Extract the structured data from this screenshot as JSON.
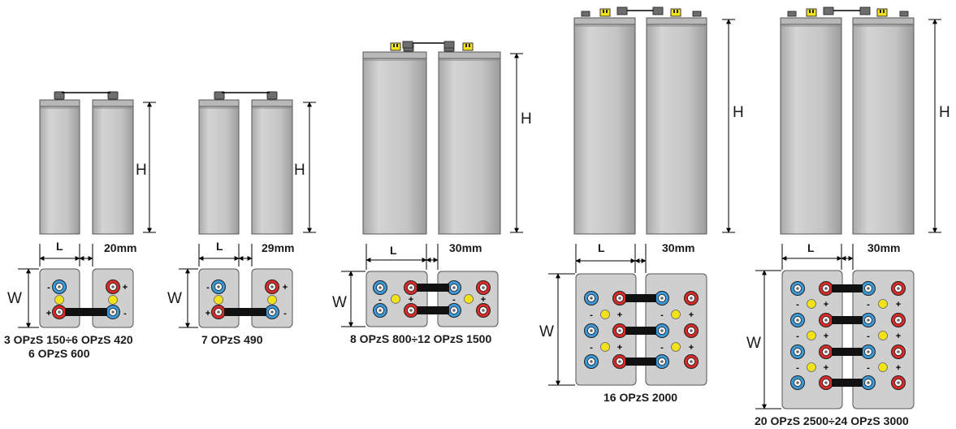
{
  "diagram": {
    "groups": [
      {
        "dim_h": "H",
        "dim_l": "L",
        "dim_w": "W",
        "spacing": "20mm",
        "caption_line1": "3 OPzS 150÷6 OPzS 420",
        "caption_line2": "6 OPzS  600"
      },
      {
        "dim_h": "H",
        "dim_l": "L",
        "dim_w": "W",
        "spacing": "29mm",
        "caption_line1": "7 OPzS 490"
      },
      {
        "dim_h": "H",
        "dim_l": "L",
        "dim_w": "W",
        "spacing": "30mm",
        "caption_line1": "8 OPzS 800÷12 OPzS 1500"
      },
      {
        "dim_h": "H",
        "dim_l": "L",
        "dim_w": "W",
        "spacing": "30mm",
        "caption_line1": "16 OPzS 2000"
      },
      {
        "dim_h": "H",
        "dim_l": "L",
        "dim_w": "W",
        "spacing": "30mm",
        "caption_line1": "20 OPzS 2500÷24 OPzS 3000"
      }
    ],
    "colors": {
      "cell_body": "#c9c9c9",
      "cell_edge": "#555555",
      "positive_terminal": "#d92a2a",
      "negative_terminal": "#3a9ad9",
      "vent_plug": "#f2e21a",
      "connector": "#111111"
    },
    "icons": {
      "positive": "red-ring-terminal",
      "negative": "blue-ring-terminal",
      "vent": "yellow-dot"
    }
  }
}
